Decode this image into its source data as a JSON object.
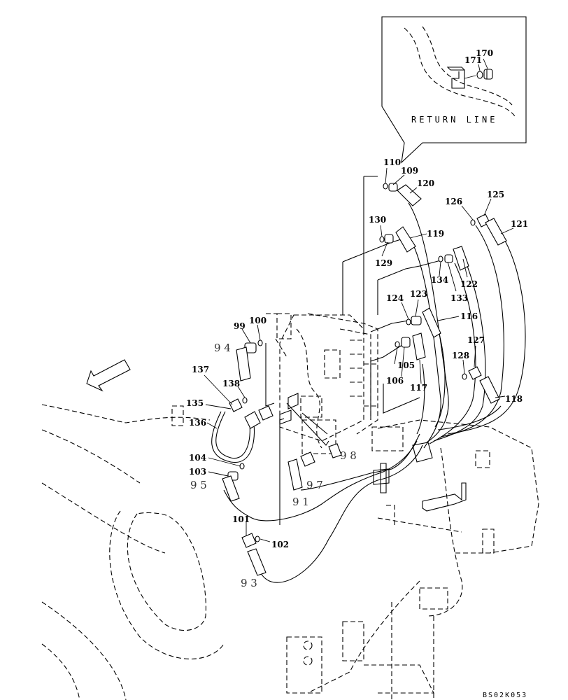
{
  "inset": {
    "title": "RETURN LINE",
    "labels": [
      "171",
      "170"
    ]
  },
  "callouts": {
    "c110": "110",
    "c109": "109",
    "c120": "120",
    "c126": "126",
    "c125": "125",
    "c121": "121",
    "c130": "130",
    "c119": "119",
    "c129": "129",
    "c134": "134",
    "c122": "122",
    "c133": "133",
    "c124": "124",
    "c123": "123",
    "c116": "116",
    "c99": "99",
    "c100": "100",
    "c105": "105",
    "c106": "106",
    "c117": "117",
    "c127": "127",
    "c128": "128",
    "c118": "118",
    "c137": "137",
    "c138": "138",
    "c135": "135",
    "c136": "136",
    "c104": "104",
    "c103": "103",
    "c101": "101",
    "c102": "102"
  },
  "big_callouts": {
    "c94": "9 4",
    "c98": "9 8",
    "c95": "9 5",
    "c97": "9 7",
    "c91": "9 1",
    "c93": "9 3"
  },
  "drawing_code": "BS02K053"
}
